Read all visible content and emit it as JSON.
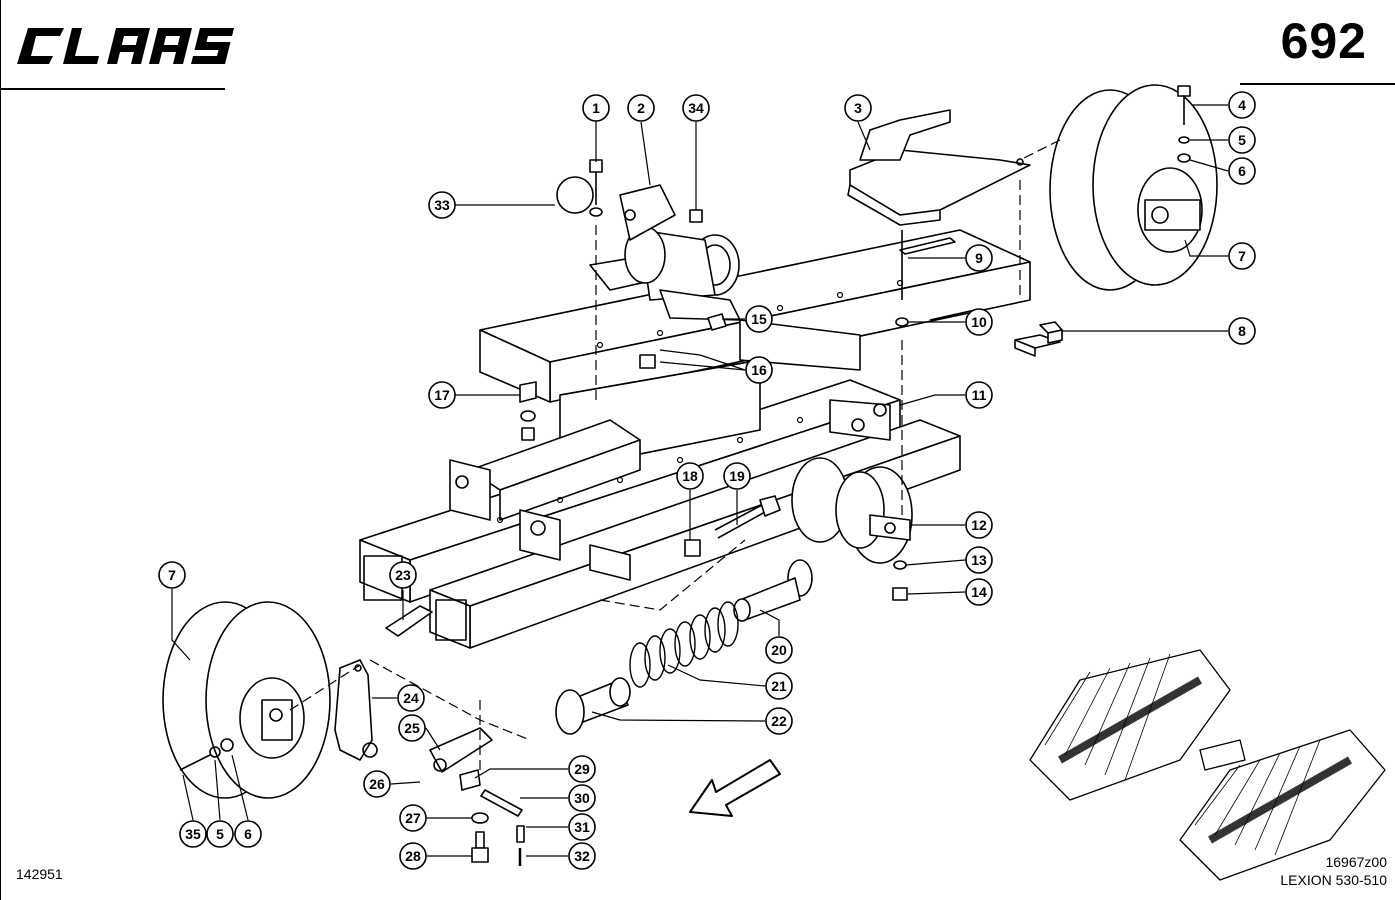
{
  "header": {
    "brand": "CLAAS",
    "page_number": "692"
  },
  "footer": {
    "figure_id": "142951",
    "drawing_code": "16967z00",
    "model": "LEXION 530-510"
  },
  "callouts": [
    {
      "num": "1"
    },
    {
      "num": "2"
    },
    {
      "num": "34"
    },
    {
      "num": "3"
    },
    {
      "num": "4"
    },
    {
      "num": "5"
    },
    {
      "num": "6"
    },
    {
      "num": "33"
    },
    {
      "num": "9"
    },
    {
      "num": "7"
    },
    {
      "num": "15"
    },
    {
      "num": "10"
    },
    {
      "num": "8"
    },
    {
      "num": "16"
    },
    {
      "num": "17"
    },
    {
      "num": "11"
    },
    {
      "num": "18"
    },
    {
      "num": "19"
    },
    {
      "num": "12"
    },
    {
      "num": "13"
    },
    {
      "num": "14"
    },
    {
      "num": "23"
    },
    {
      "num": "7"
    },
    {
      "num": "20"
    },
    {
      "num": "24"
    },
    {
      "num": "21"
    },
    {
      "num": "25"
    },
    {
      "num": "22"
    },
    {
      "num": "26"
    },
    {
      "num": "29"
    },
    {
      "num": "30"
    },
    {
      "num": "27"
    },
    {
      "num": "31"
    },
    {
      "num": "35"
    },
    {
      "num": "5"
    },
    {
      "num": "6"
    },
    {
      "num": "28"
    },
    {
      "num": "32"
    }
  ]
}
